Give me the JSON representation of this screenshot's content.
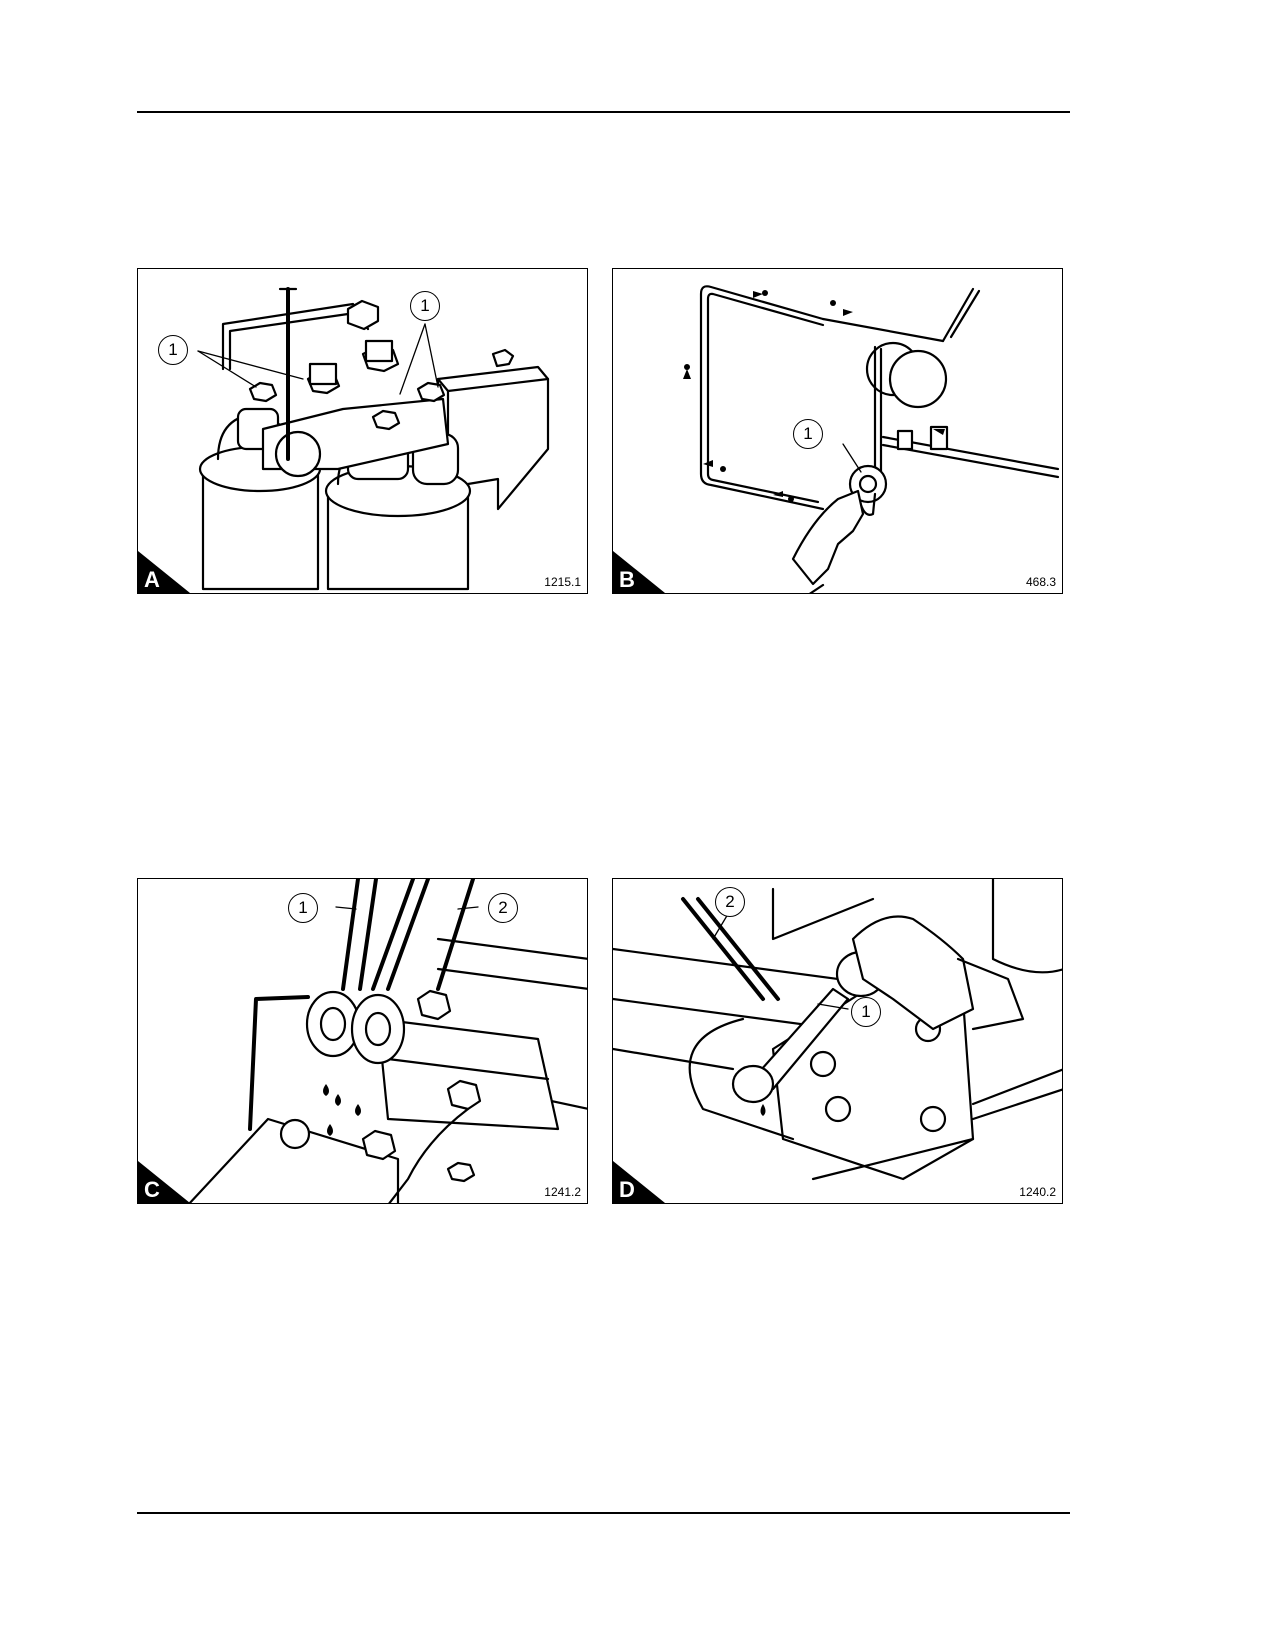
{
  "figures": [
    {
      "letter": "A",
      "code": "1215.1",
      "callouts": [
        "1",
        "1"
      ]
    },
    {
      "letter": "B",
      "code": "468.3",
      "callouts": [
        "1"
      ]
    },
    {
      "letter": "C",
      "code": "1241.2",
      "callouts": [
        "1",
        "2"
      ]
    },
    {
      "letter": "D",
      "code": "1240.2",
      "callouts": [
        "2",
        "1"
      ]
    }
  ]
}
